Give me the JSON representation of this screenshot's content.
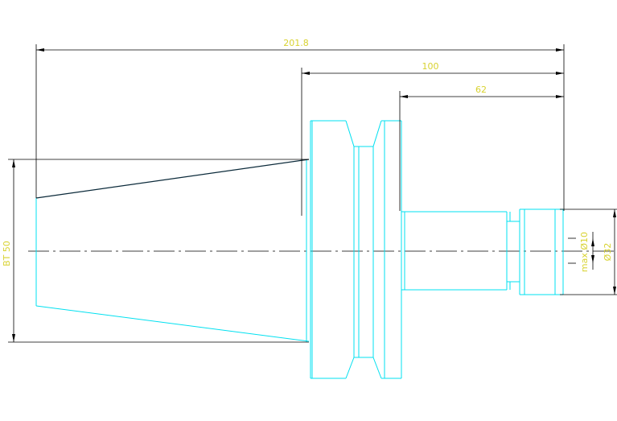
{
  "drawing": {
    "dimensions": {
      "overall_length": "201.8",
      "length_100": "100",
      "length_62": "62",
      "taper_label": "BT 50",
      "bore_label": "max Ø10",
      "diameter_label": "Ø32"
    },
    "colors": {
      "outline": "#00e0f0",
      "dimension_line": "#000000",
      "dimension_text": "#d8d230",
      "center_line": "#000000"
    }
  }
}
